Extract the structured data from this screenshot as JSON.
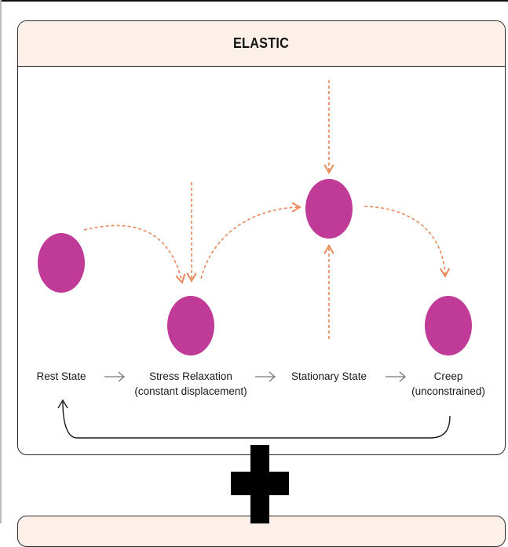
{
  "panel": {
    "title": "ELASTIC"
  },
  "states": [
    {
      "id": "rest",
      "label_line1": "Rest State",
      "label_line2": ""
    },
    {
      "id": "stress-relaxation",
      "label_line1": "Stress Relaxation",
      "label_line2": "(constant displacement)"
    },
    {
      "id": "stationary",
      "label_line1": "Stationary State",
      "label_line2": ""
    },
    {
      "id": "creep",
      "label_line1": "Creep",
      "label_line2": "(unconstrained)"
    }
  ],
  "transition_arrow_glyph": "→",
  "colors": {
    "node": "#c03a97",
    "dashed_arrow": "#e8895a",
    "header_bg": "#fdf0e8",
    "border": "#2b2b2b",
    "plus": "#000000",
    "flow_arrow": "#777777"
  },
  "plus_symbol": "+"
}
